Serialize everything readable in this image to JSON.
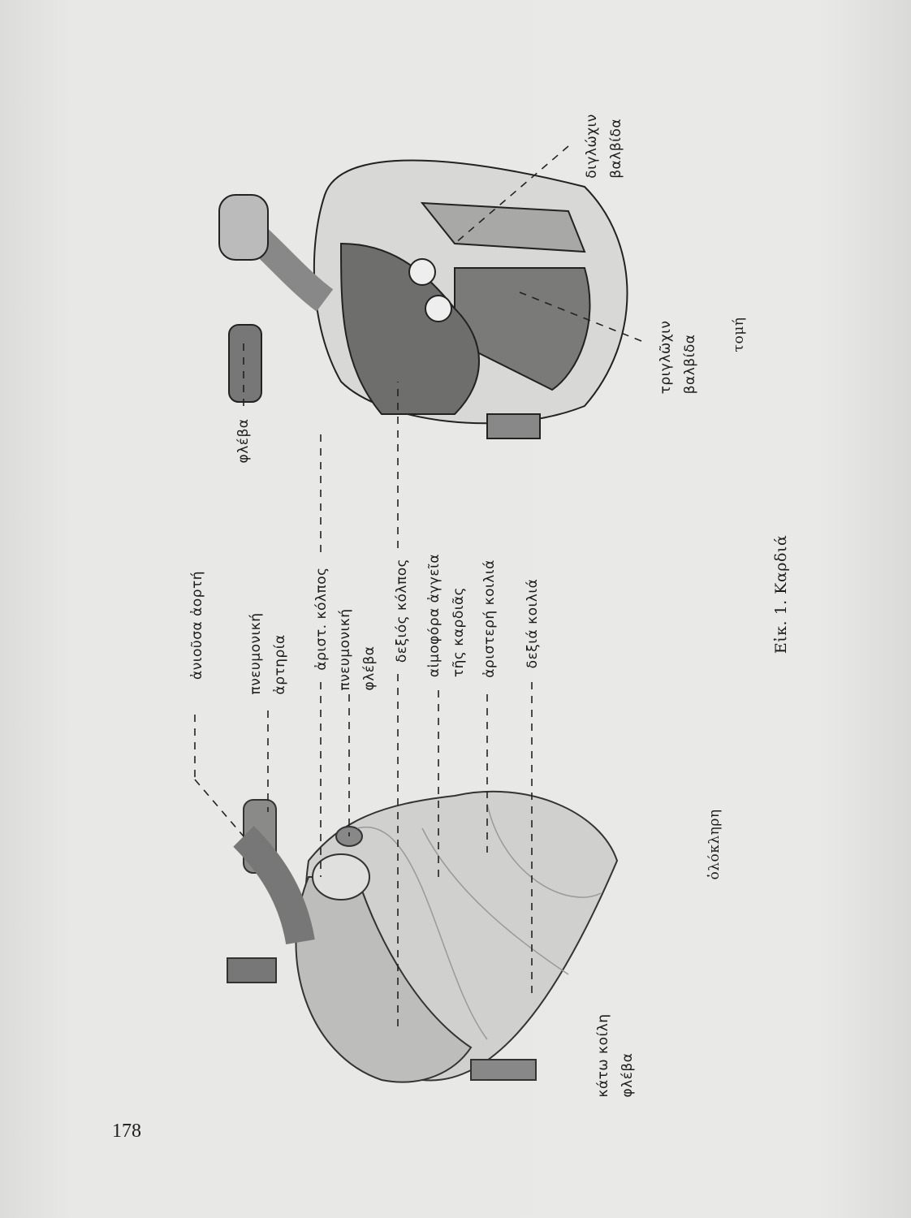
{
  "page_number": "178",
  "caption": "Εἰκ. 1. Καρδιά",
  "views": {
    "whole": "ὁλόκληρη",
    "section": "τομή"
  },
  "labels": {
    "aorta": "ἀνιοῦσα ἀορτή",
    "pulmonary_artery": [
      "πνευμονική",
      "ἀρτηρία"
    ],
    "left_atrium": "ἀριστ. κόλπος",
    "pulmonary_vein": [
      "πνευμονική",
      "φλέβα"
    ],
    "right_atrium": "δεξιός κόλπος",
    "coronary_vessels": [
      "αἱμοφόρα ἀγγεῖα",
      "τῆς καρδιᾶς"
    ],
    "left_ventricle": "ἀριστερή κοιλιά",
    "right_ventricle": "δεξιά κοιλιά",
    "inferior_vena_cava": [
      "κάτω κοίλη",
      "φλέβα"
    ],
    "vein": "φλέβα",
    "tricuspid_valve": [
      "τριγλῶχιν",
      "βαλβίδα"
    ],
    "mitral_valve": [
      "διγλώχιν",
      "βαλβίδα"
    ]
  }
}
